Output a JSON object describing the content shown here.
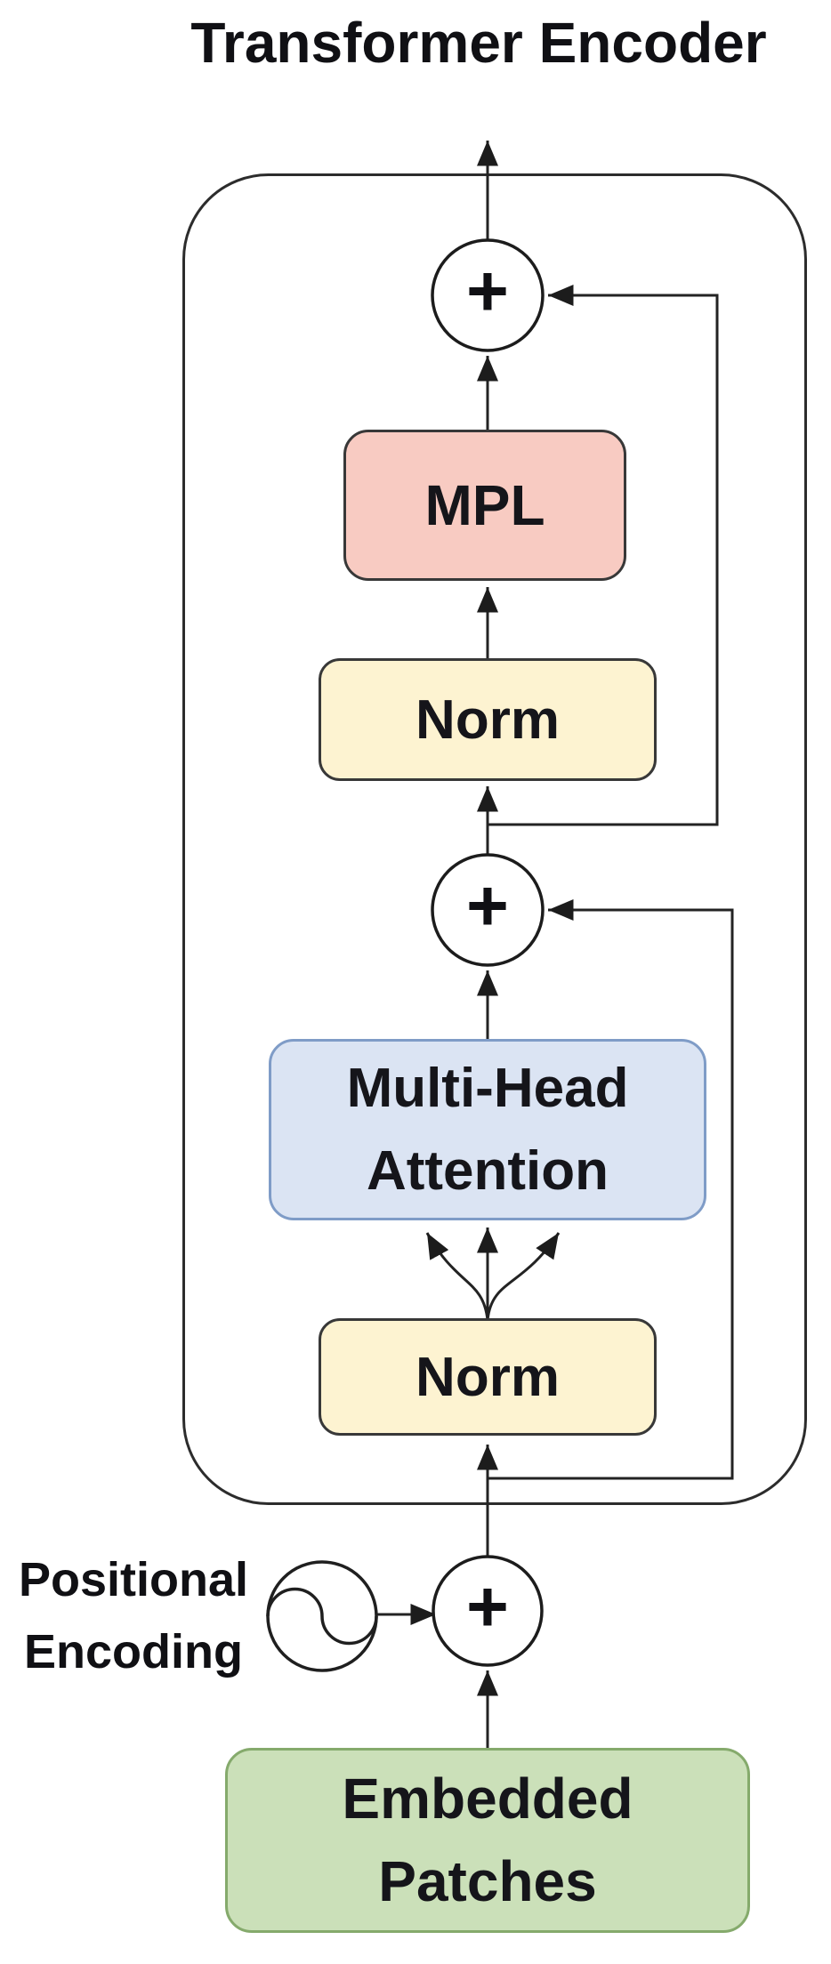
{
  "title": "Transformer Encoder",
  "nodes": {
    "mlp": {
      "label": "MPL",
      "fill": "#f8cbc2",
      "border": "#383838"
    },
    "norm_top": {
      "label": "Norm",
      "fill": "#fdf3d1",
      "border": "#383838"
    },
    "mha": {
      "label_line1": "Multi-Head",
      "label_line2": "Attention",
      "fill": "#dbe4f3",
      "border": "#7f9cc7"
    },
    "norm_bottom": {
      "label": "Norm",
      "fill": "#fdf3d1",
      "border": "#383838"
    },
    "embedded_patches": {
      "label_line1": "Embedded",
      "label_line2": "Patches",
      "fill": "#cbe0b9",
      "border": "#85aa6c"
    }
  },
  "annotations": {
    "positional_encoding_line1": "Positional",
    "positional_encoding_line2": "Encoding"
  },
  "operators": {
    "add": "+"
  },
  "icons": {
    "positional_encoding": "sinusoid-icon"
  },
  "colors": {
    "background": "#ffffff",
    "line": "#232323",
    "text": "#101014",
    "container_border": "#2c2c2c"
  }
}
